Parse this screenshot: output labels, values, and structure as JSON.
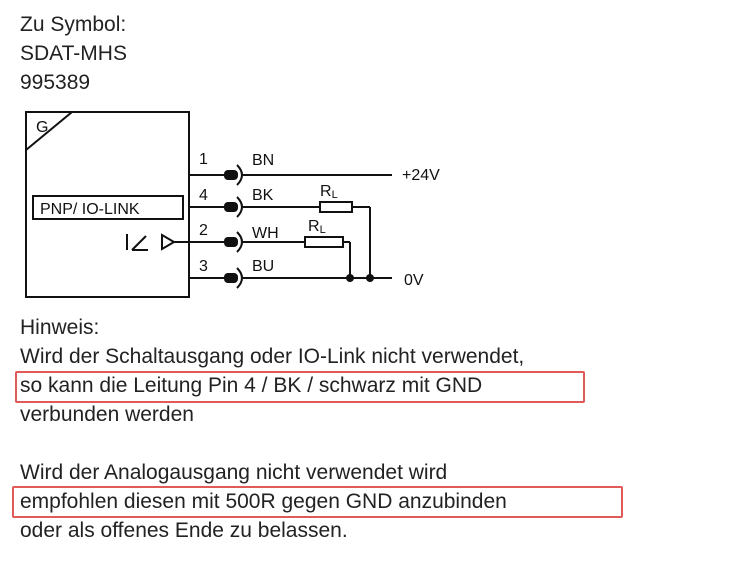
{
  "header": {
    "line1": "Zu Symbol:",
    "line2": "SDAT-MHS",
    "line3": "995389"
  },
  "diagram": {
    "sensor_type_label": "G",
    "interface_label": "PNP/ IO-LINK",
    "pins": [
      {
        "number": "1",
        "color": "BN"
      },
      {
        "number": "4",
        "color": "BK"
      },
      {
        "number": "2",
        "color": "WH"
      },
      {
        "number": "3",
        "color": "BU"
      }
    ],
    "supply_label": "+24V",
    "ground_label": "0V",
    "resistor_label": "R",
    "resistor_subscript": "L"
  },
  "notes": {
    "heading": "Hinweis:",
    "p1_line1": "Wird der Schaltausgang oder IO-Link nicht verwendet,",
    "p1_line2": "so kann die Leitung Pin 4 / BK / schwarz mit GND",
    "p1_line3": "verbunden werden",
    "p2_line1": "Wird der Analogausgang nicht verwendet wird",
    "p2_line2": "empfohlen diesen mit 500R gegen GND anzubinden",
    "p2_line3": "oder als offenes Ende zu belassen."
  },
  "colors": {
    "highlight": "#e05a5a",
    "text": "#222222"
  }
}
